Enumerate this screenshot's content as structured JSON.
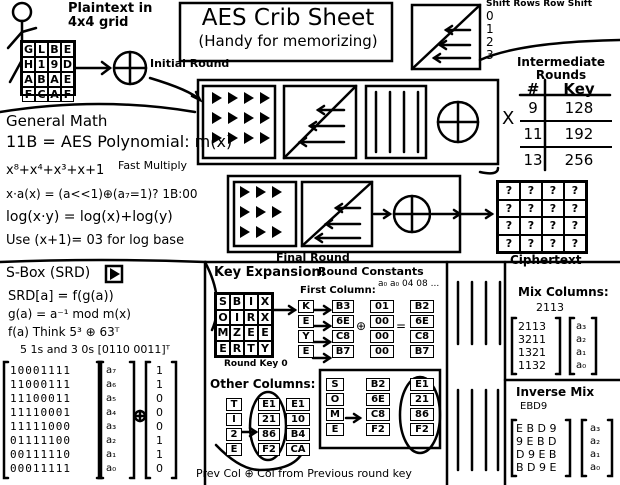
{
  "header": {
    "plaintext": "Plaintext in\n4x4 grid",
    "title": "AES Crib Sheet",
    "subtitle": "(Handy for memorizing)",
    "shift_rows_label": "Shift Rows Row Shift",
    "shift_digits": [
      "0",
      "1",
      "2",
      "3"
    ]
  },
  "plaintext_grid": [
    "G",
    "L",
    "B",
    "E",
    "H",
    "1",
    "9",
    "D",
    "A",
    "B",
    "A",
    "E",
    "F",
    "C",
    "A",
    "F"
  ],
  "initial_round_label": "Initial Round",
  "intermediate": {
    "title": "Intermediate\nRounds",
    "cols": [
      "#",
      "Key"
    ],
    "rows": [
      [
        "9",
        "128"
      ],
      [
        "11",
        "192"
      ],
      [
        "13",
        "256"
      ]
    ],
    "x_label": "X"
  },
  "general_math": {
    "title": "General Math",
    "line1": "11B = AES Polynomial: m(x)",
    "line2": "x⁸+x⁴+x³+x+1",
    "fast_multiply": "Fast Multiply",
    "line3": "x·a(x) = (a<<1)⊕(a₇=1)? 1B:00",
    "line4": "log(x·y) = log(x)+log(y)",
    "line5": "Use (x+1)= 03 for log base"
  },
  "final_round_label": "Final Round",
  "ciphertext_label": "Ciphertext",
  "sbox": {
    "title": "S-Box (SRD)",
    "line1": "SRD[a] = f(g(a))",
    "line2": "g(a) = a⁻¹ mod m(x)",
    "line3": "f(a)  Think 5³ ⊕ 63ᵀ",
    "line4": "5 1s and 3 0s [0110 0011]ᵀ",
    "matrix": [
      "10001111",
      "11000111",
      "11100011",
      "11110001",
      "11111000",
      "01111100",
      "00111110",
      "00011111"
    ],
    "a_vec": [
      "a₀",
      "a₁",
      "a₂",
      "a₃",
      "a₄",
      "a₅",
      "a₆",
      "a₇"
    ],
    "c_vec": [
      "1",
      "1",
      "0",
      "0",
      "0",
      "1",
      "1",
      "0"
    ]
  },
  "key_expansion": {
    "title": "Key Expansion:",
    "round_constants": "Round Constants",
    "rc_list": "a₀ a₀ 04 08 ...",
    "first_column": "First Column:",
    "key_grid": [
      "S",
      "B",
      "I",
      "X",
      "O",
      "I",
      "R",
      "X",
      "M",
      "Z",
      "E",
      "E",
      "E",
      "R",
      "T",
      "Y"
    ],
    "rot_col": [
      "K",
      "E",
      "Y",
      "E"
    ],
    "sub_col": [
      "B3",
      "6E",
      "C8",
      "B7"
    ],
    "rc_col": [
      "01",
      "00",
      "00",
      "00"
    ],
    "res_col": [
      "B2",
      "6E",
      "C8",
      "B7"
    ],
    "round_key": "Round Key 0",
    "other_columns": "Other Columns:",
    "oc_key": [
      "T",
      "I",
      "2",
      "E"
    ],
    "oc_prev": [
      "E1",
      "21",
      "86",
      "F2"
    ],
    "oc_res": [
      "E1",
      "10",
      "B4",
      "CA"
    ],
    "mid_key": [
      "S",
      "O",
      "M",
      "E"
    ],
    "mid_prev": [
      "B2",
      "6E",
      "C8",
      "F2"
    ],
    "mid_res": [
      "E1",
      "21",
      "86",
      "F2"
    ],
    "prev_col_note": "Prev Col ⊕ Col from Previous round key"
  },
  "mix_columns": {
    "title": "Mix Columns:",
    "header": "2113",
    "matrix": [
      "2113",
      "3211",
      "1321",
      "1132"
    ],
    "vec": [
      "a₃",
      "a₂",
      "a₁",
      "a₀"
    ]
  },
  "inverse_mix": {
    "title": "Inverse Mix",
    "header": "EBD9",
    "matrix": [
      "E B D 9",
      "9 E B D",
      "D 9 E B",
      "B D 9 E"
    ],
    "vec": [
      "a₃",
      "a₂",
      "a₁",
      "a₀"
    ]
  }
}
